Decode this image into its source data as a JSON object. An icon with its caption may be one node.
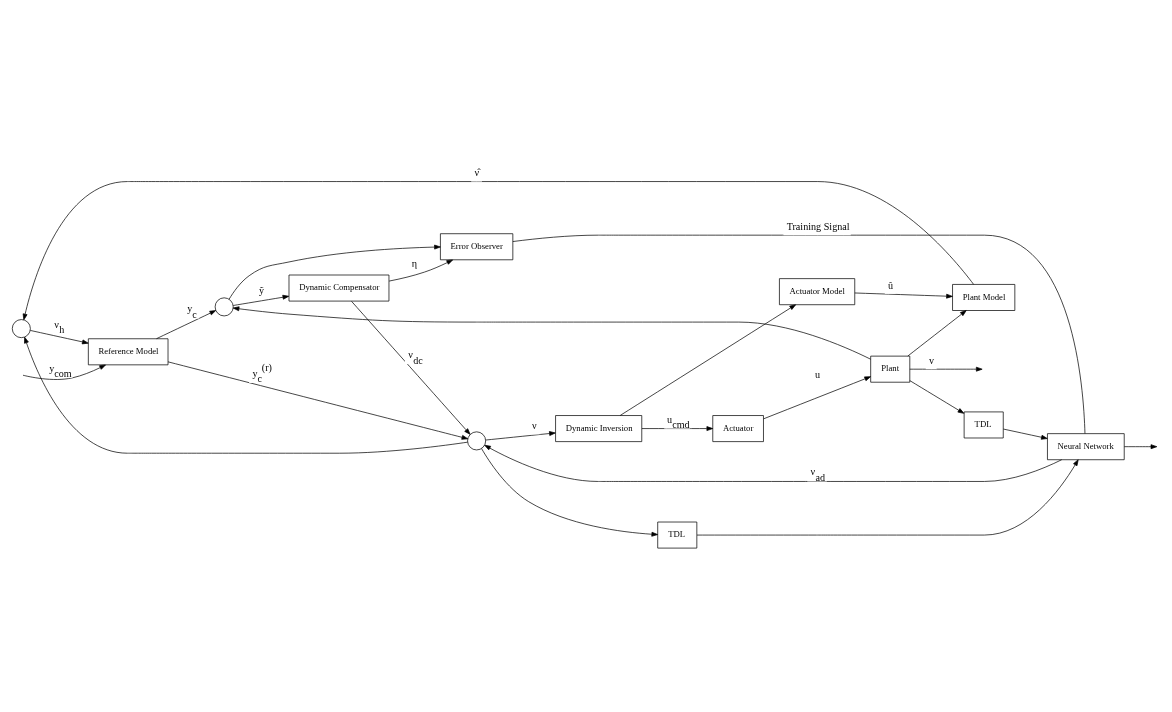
{
  "diagram": {
    "nodes": [
      {
        "text": [],
        "shape": "circle"
      },
      {
        "text": [
          "Plant Model"
        ]
      },
      {
        "text": [
          "Actuator Model"
        ]
      },
      {
        "text": [
          "Reference Model"
        ]
      },
      {
        "text": [],
        "shape": "circle"
      },
      {
        "text": [
          "Dynamic Compensator"
        ]
      },
      {
        "text": [],
        "shape": "circle"
      },
      {
        "text": [
          "Dynamic Inversion"
        ]
      },
      {
        "text": [
          "Actuator"
        ]
      },
      {
        "text": [
          "Plant"
        ]
      },
      {
        "text": [
          "TDL"
        ]
      },
      {
        "text": [
          "Neural Network"
        ]
      },
      {
        "text": [
          "TDL"
        ]
      },
      {
        "text": [
          "Error Observer"
        ]
      }
    ],
    "edges": [
      {
        "from": null,
        "to": 3,
        "arrow": "to",
        "label": "y$_{com}$"
      },
      {
        "from": 3,
        "to": 4,
        "arrow": "to",
        "label": "y$_{c}$"
      },
      {
        "from": 4,
        "to": 5,
        "arrow": "to",
        "label": "ỹ"
      },
      {
        "from": 5,
        "to": 6,
        "arrow": "to",
        "label": "ν$_{dc}$"
      },
      {
        "from": 6,
        "to": 7,
        "arrow": "to",
        "label": "ν"
      },
      {
        "from": 7,
        "to": 8,
        "arrow": "to",
        "label": "u$_{cmd}$"
      },
      {
        "from": 8,
        "to": 9,
        "arrow": "to",
        "label": "u"
      },
      {
        "from": 9,
        "to": null,
        "arrow": "to",
        "label": "v"
      },
      {
        "from": 7,
        "to": 2,
        "arrow": "to"
      },
      {
        "from": 2,
        "to": 1,
        "arrow": "to",
        "label": "û"
      },
      {
        "from": 1,
        "to": 0,
        "arrow": "to",
        "label": "ν̂"
      },
      {
        "from": 9,
        "to": 1,
        "arrow": "to"
      },
      {
        "from": 0,
        "to": 3,
        "arrow": "to",
        "label": "ν$_{h}$"
      },
      {
        "from": 3,
        "to": 6,
        "arrow": "to",
        "label": "y$_{c}$$^{(r)}$"
      },
      {
        "from": 6,
        "to": 0,
        "arrow": "to"
      },
      {
        "from": 6,
        "to": 10,
        "arrow": "to"
      },
      {
        "from": 9,
        "to": 12,
        "arrow": "to"
      },
      {
        "from": 9,
        "to": 4,
        "arrow": "to"
      },
      {
        "from": 10,
        "to": 11,
        "arrow": "to"
      },
      {
        "from": 12,
        "to": 11,
        "arrow": "to"
      },
      {
        "from": 11,
        "to": 6,
        "arrow": "to",
        "label": "ν$_{ad}$"
      },
      {
        "from": 5,
        "to": 13,
        "arrow": "to",
        "label": "η"
      },
      {
        "from": 4,
        "to": 13,
        "arrow": "to"
      },
      {
        "from": 13,
        "to": 11,
        "arrow": "none",
        "label": "Training Signal"
      },
      {
        "from": 11,
        "to": null,
        "arrow": "to"
      }
    ]
  }
}
